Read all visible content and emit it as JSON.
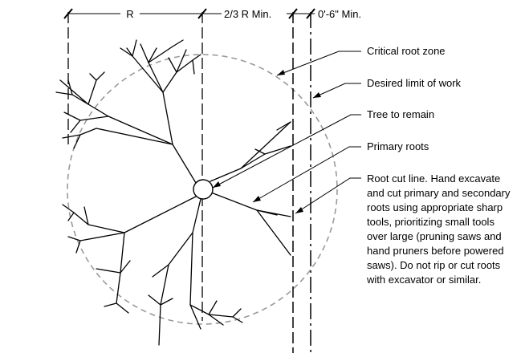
{
  "dimensions": {
    "radius_label": "R",
    "two_thirds_label": "2/3 R Min.",
    "offset_label": "0'-6\" Min."
  },
  "callouts": {
    "critical_root_zone": "Critical root zone",
    "desired_limit": "Desired limit of work",
    "tree_to_remain": "Tree to remain",
    "primary_roots": "Primary roots",
    "root_cut_line": [
      "Root cut line. Hand excavate",
      "and cut primary and secondary",
      "roots using appropriate sharp",
      "tools, prioritizing small tools",
      "over large (pruning saws and",
      "hand pruners before powered",
      "saws). Do not rip or cut roots",
      "with excavator or similar."
    ]
  },
  "colors": {
    "line": "#000000",
    "crz_circle": "#9a9a9a"
  }
}
